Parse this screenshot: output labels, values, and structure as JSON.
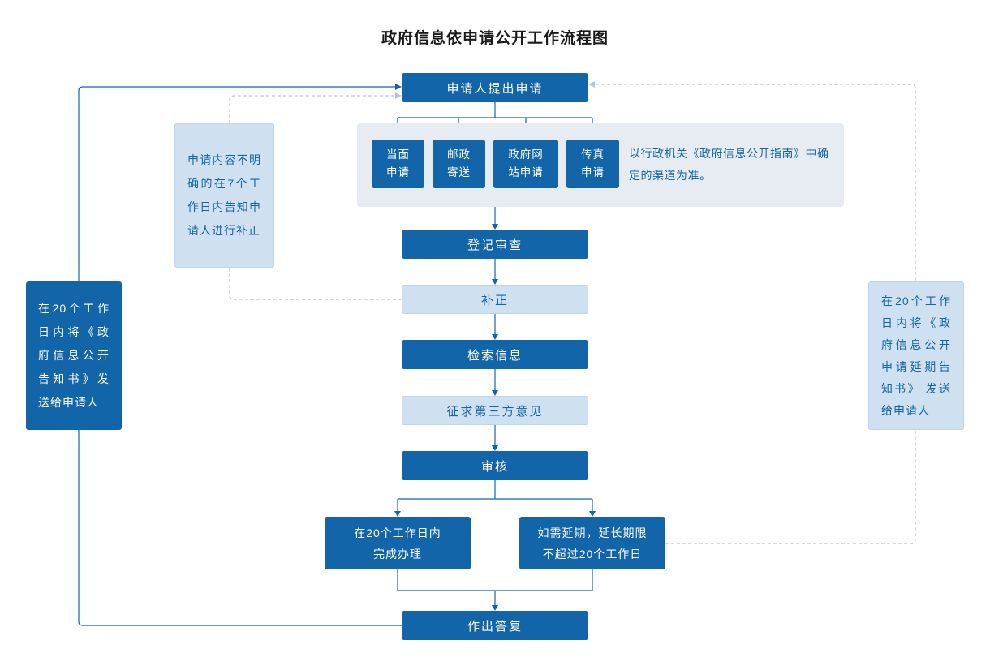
{
  "title": "政府信息依申请公开工作流程图",
  "nodes": {
    "apply": "申请人提出申请",
    "register": "登记审查",
    "correction": "补正",
    "search": "检索信息",
    "third_party": "征求第三方意见",
    "review": "审核",
    "reply": "作出答复",
    "complete": {
      "line1": "在20个工作日内",
      "line2": "完成办理"
    },
    "extension": {
      "line1": "如需延期，延长期限",
      "line2": "不超过20个工作日"
    }
  },
  "channels": {
    "items": [
      {
        "line1": "当面",
        "line2": "申请"
      },
      {
        "line1": "邮政",
        "line2": "寄送"
      },
      {
        "line1": "政府网",
        "line2": "站申请"
      },
      {
        "line1": "传真",
        "line2": "申请"
      }
    ],
    "note": "以行政机关《政府信息公开指南》中确定的渠道为准。"
  },
  "annotations": {
    "left_notice": "在20个工作日内将《政府信息公开告知书》发送给申请人",
    "correction_note": "申请内容不明确的在7个工作日内告知申请人进行补正",
    "right_notice": "在20个工作日内将《政府信息公开申请延期告知书》 发送给申请人"
  },
  "colors": {
    "dark_blue": "#1265a8",
    "light_blue": "#cfe0f1",
    "panel": "#e7ecf2",
    "dashed_line": "#b3c6d9"
  }
}
